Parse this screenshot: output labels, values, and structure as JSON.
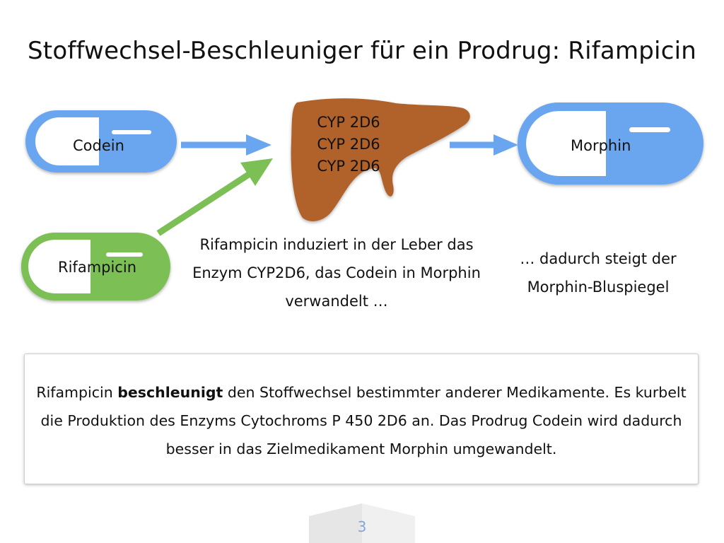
{
  "title": "Stoffwechsel-Beschleuniger für ein Prodrug: Rifampicin",
  "capsules": {
    "codein": "Codein",
    "rifampicin": "Rifampicin",
    "morphin": "Morphin"
  },
  "liver": {
    "enzymes": [
      "CYP 2D6",
      "CYP 2D6",
      "CYP 2D6"
    ]
  },
  "captions": {
    "rifampicin_lines": [
      "Rifampicin induziert in der Leber das",
      "Enzym CYP2D6, das Codein in Morphin",
      "verwandelt …"
    ],
    "morphin_lines": [
      "… dadurch steigt der",
      "Morphin-Bluspiegel"
    ]
  },
  "infobox": {
    "part1": "Rifampicin ",
    "bold": "beschleunigt",
    "part2": " den Stoffwechsel bestimmter anderer Medikamente. Es kurbelt die Produktion des Enzyms Cytochroms P 450 2D6 an. Das Prodrug Codein wird dadurch besser in das Zielmedikament Morphin umgewandelt."
  },
  "page_number": "3",
  "colors": {
    "blue": "#6aa6f0",
    "green": "#7cbf55",
    "liver": "#b0622a",
    "arrow_blue": "#6aa6f0",
    "arrow_green": "#7cbf55"
  }
}
